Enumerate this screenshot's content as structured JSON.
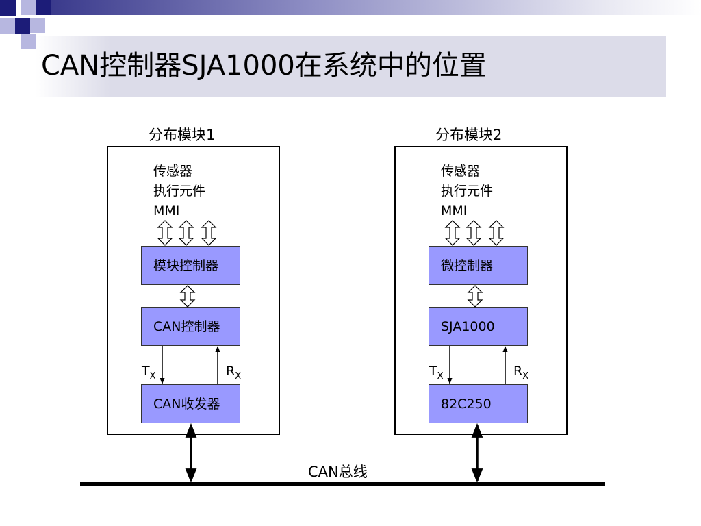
{
  "title": "CAN控制器SJA1000在系统中的位置",
  "module1": {
    "label": "分布模块1",
    "io_lines": [
      "传感器",
      "执行元件",
      "MMI"
    ],
    "upper_block": "模块控制器",
    "middle_block": "CAN控制器",
    "lower_block": "CAN收发器",
    "tx_main": "T",
    "tx_sub": "X",
    "rx_main": "R",
    "rx_sub": "X"
  },
  "module2": {
    "label": "分布模块2",
    "io_lines": [
      "传感器",
      "执行元件",
      "MMI"
    ],
    "upper_block": "微控制器",
    "middle_block": "SJA1000",
    "lower_block": "82C250",
    "tx_main": "T",
    "tx_sub": "X",
    "rx_main": "R",
    "rx_sub": "X"
  },
  "bus_label": "CAN总线",
  "colors": {
    "block_fill": "#9999ff",
    "title_band": "#dcdce9",
    "logo_navy": "#1c1c78",
    "logo_lavender": "#b7b7e0"
  }
}
